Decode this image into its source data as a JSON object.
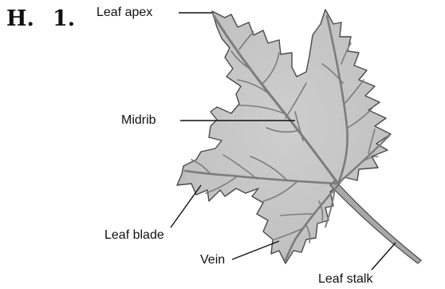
{
  "question": {
    "letter": "H.",
    "number": "1."
  },
  "labels": {
    "leaf_apex": "Leaf apex",
    "midrib": "Midrib",
    "leaf_blade": "Leaf blade",
    "vein": "Vein",
    "leaf_stalk": "Leaf stalk"
  },
  "colors": {
    "leaf_fill": "#c4c4c4",
    "leaf_outline": "#4a4a4a",
    "vein_stroke": "#7c7c7c",
    "pointer_line": "#111111"
  }
}
